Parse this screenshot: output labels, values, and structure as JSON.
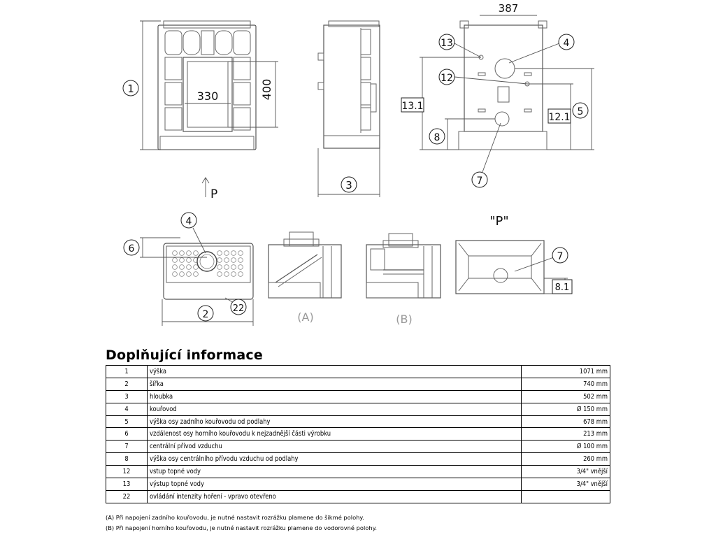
{
  "drawing": {
    "labels": {
      "height_marker": "1",
      "inner_width": "330",
      "inner_height": "400",
      "depth_marker": "3",
      "arrow_label": "P",
      "top_dim": "387",
      "c13": "13",
      "c4": "4",
      "c12": "12",
      "c13_1": "13.1",
      "c12_1": "12.1",
      "c5": "5",
      "c8": "8",
      "c7": "7",
      "plan_c6": "6",
      "plan_c4": "4",
      "plan_c2": "2",
      "plan_c22": "22",
      "sec_a": "(A)",
      "sec_b": "(B)",
      "view_p": "\"P\"",
      "p_c7": "7",
      "p_c8_1": "8.1"
    }
  },
  "info": {
    "title": "Doplňující informace",
    "rows": [
      {
        "num": "1",
        "desc": "výška",
        "value": "1071 mm"
      },
      {
        "num": "2",
        "desc": "šířka",
        "value": "740 mm"
      },
      {
        "num": "3",
        "desc": "hloubka",
        "value": "502 mm"
      },
      {
        "num": "4",
        "desc": "kouřovod",
        "value": "Ø 150 mm"
      },
      {
        "num": "5",
        "desc": "výška osy zadního kouřovodu od podlahy",
        "value": "678 mm"
      },
      {
        "num": "6",
        "desc": "vzdálenost osy horního kouřovodu k nejzadnější části výrobku",
        "value": "213 mm"
      },
      {
        "num": "7",
        "desc": "centrální přívod vzduchu",
        "value": "Ø 100 mm"
      },
      {
        "num": "8",
        "desc": "výška osy centrálního přívodu vzduchu od podlahy",
        "value": "260 mm"
      },
      {
        "num": "12",
        "desc": "vstup topné vody",
        "value": "3/4\" vnější"
      },
      {
        "num": "13",
        "desc": "výstup topné vody",
        "value": "3/4\" vnější"
      },
      {
        "num": "22",
        "desc": "ovládání intenzity hoření - vpravo otevřeno",
        "value": ""
      }
    ],
    "notes": [
      "(A) Při napojení zadního kouřovodu, je nutné nastavit rozrážku plamene do šikmé polohy.",
      "(B) Při napojení horního kouřovodu, je nutné nastavit rozrážku plamene do vodorovné polohy."
    ]
  }
}
